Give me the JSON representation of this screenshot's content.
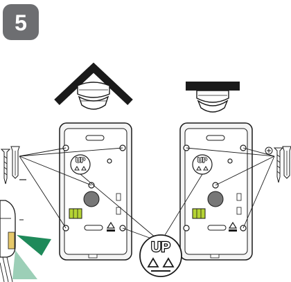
{
  "step": {
    "number": "5",
    "badge_color": "#6d6e71"
  },
  "labels": {
    "up_small_left": "UP",
    "up_small_right": "UP",
    "up_large": "UP"
  },
  "colors": {
    "outline": "#1a1a1a",
    "housing_fill": "#f4f4f4",
    "inner_fill": "#ffffff",
    "lens_fill": "#777777",
    "terminal_fill": "#b5d334",
    "beam_dark": "#1f8a5a",
    "beam_light": "#9ccfb7",
    "ceiling": "#1a1a1a"
  },
  "icons": [
    "screw-icon",
    "wall-plug-icon",
    "phillips-head-icon",
    "up-arrow-icon",
    "recycle-icon"
  ]
}
